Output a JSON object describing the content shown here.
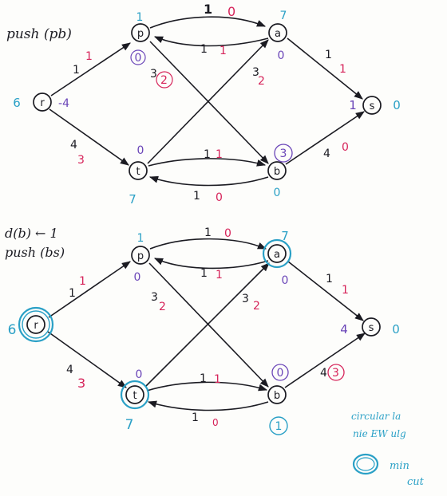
{
  "diagram_top": {
    "heading": "push (pb)",
    "nodes": {
      "p": {
        "label": "p",
        "height": "1",
        "excess": "0"
      },
      "a": {
        "label": "a",
        "height": "7",
        "excess": "0"
      },
      "r": {
        "label": "r",
        "height": "6",
        "excess": "-4"
      },
      "s": {
        "label": "s",
        "height": "1",
        "excess": "0"
      },
      "t": {
        "label": "t",
        "height": "7",
        "excess": "0"
      },
      "b": {
        "label": "b",
        "height": "0",
        "excess": "3"
      }
    },
    "edges": {
      "p_a": {
        "cap": "1",
        "flow": "0"
      },
      "a_p": {
        "cap": "1",
        "flow": "1"
      },
      "r_p": {
        "cap": "1",
        "flow": "1"
      },
      "r_t": {
        "cap": "4",
        "flow": "3"
      },
      "p_b": {
        "cap": "3",
        "flow": "2"
      },
      "t_a": {
        "cap": "3",
        "flow": "2"
      },
      "a_s": {
        "cap": "1",
        "flow": "1"
      },
      "b_s": {
        "cap": "4",
        "flow": "0"
      },
      "t_b": {
        "cap": "1",
        "flow": "1"
      },
      "b_t": {
        "cap": "1",
        "flow": "0"
      }
    }
  },
  "diagram_bottom": {
    "heading_line1": "d(b) ← 1",
    "heading_line2": "push (bs)",
    "nodes": {
      "p": {
        "label": "p",
        "height": "1",
        "excess": "0"
      },
      "a": {
        "label": "a",
        "height": "7",
        "excess": "0"
      },
      "r": {
        "label": "r",
        "height": "6",
        "excess": ""
      },
      "s": {
        "label": "s",
        "height": "4",
        "excess": "0"
      },
      "t": {
        "label": "t",
        "height": "7",
        "excess": "0"
      },
      "b": {
        "label": "b",
        "height": "1",
        "excess": "0"
      }
    },
    "edges": {
      "p_a": {
        "cap": "1",
        "flow": "0"
      },
      "a_p": {
        "cap": "1",
        "flow": "1"
      },
      "r_p": {
        "cap": "1",
        "flow": "1"
      },
      "r_t": {
        "cap": "4",
        "flow": "3"
      },
      "p_b": {
        "cap": "3",
        "flow": "2"
      },
      "t_a": {
        "cap": "3",
        "flow": "2"
      },
      "a_s": {
        "cap": "1",
        "flow": "1"
      },
      "b_s": {
        "cap": "4",
        "flow": "3"
      },
      "t_b": {
        "cap": "1",
        "flow": "1"
      },
      "b_t": {
        "cap": "1",
        "flow": "0"
      }
    }
  },
  "legend": {
    "line1": "circular la",
    "line2": "nie EW ulg",
    "min_cut_line1": "min",
    "min_cut_line2": "cut"
  },
  "colors": {
    "ink": "#1b1b22",
    "capacity": "#1b1b22",
    "flow": "#d6245a",
    "height": "#2aa0c6",
    "excess": "#6a45b8",
    "cut": "#2aa0c6"
  }
}
